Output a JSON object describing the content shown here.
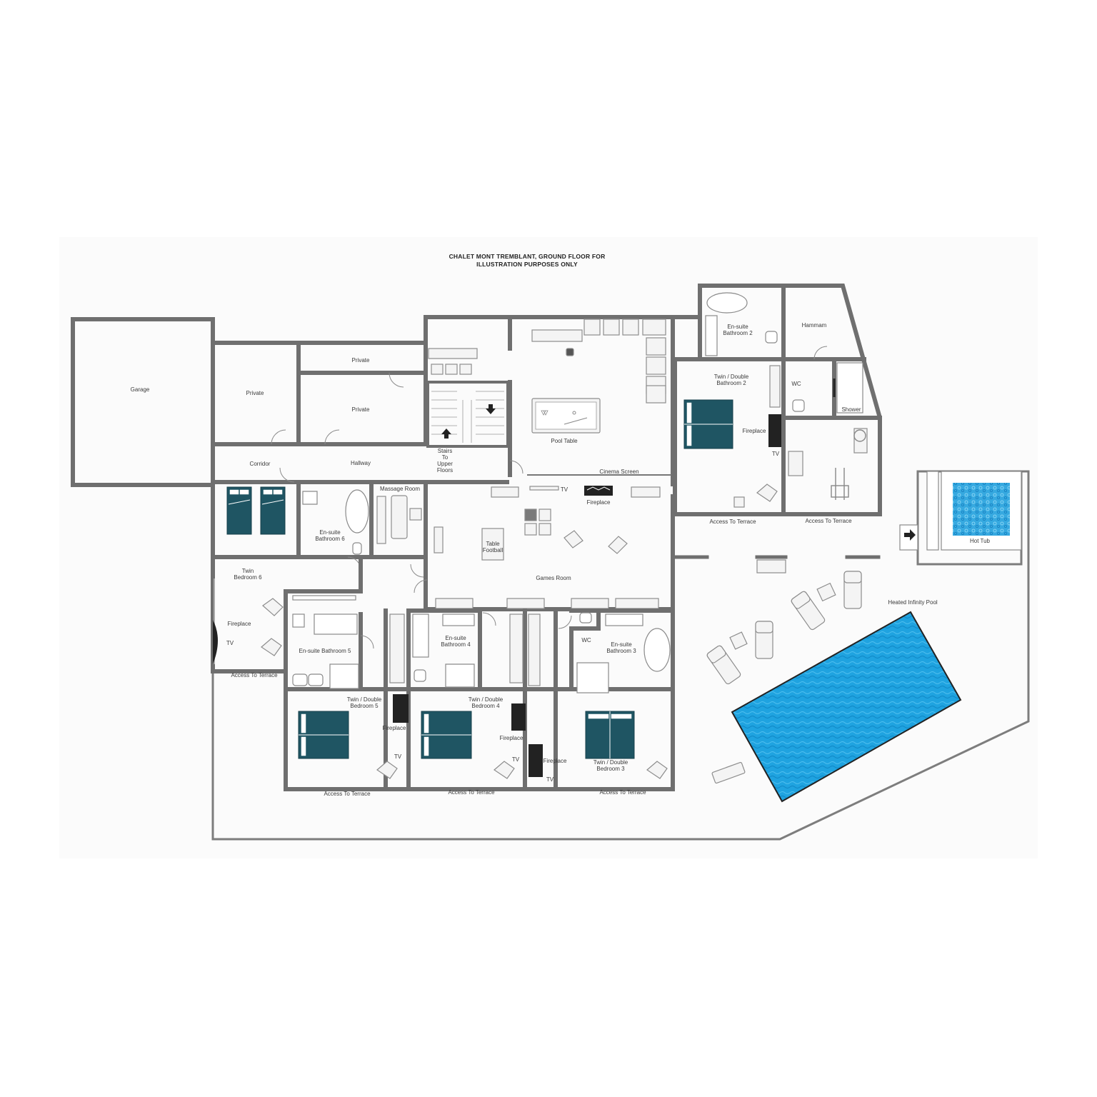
{
  "title": {
    "line1": "CHALET MONT TREMBLANT,  GROUND FLOOR FOR",
    "line2": "ILLUSTRATION PURPOSES ONLY"
  },
  "colors": {
    "wall": "#6f6f6f",
    "bed": "#1f5563",
    "pool": "#1fa3e0",
    "hot_tub": "#36a9e0"
  },
  "labels": {
    "garage": "Garage",
    "private_a": "Private",
    "private_b": "Private",
    "private_c": "Private",
    "corridor": "Corridor",
    "hallway": "Hallway",
    "stairs_1": "Stairs",
    "stairs_2": "To",
    "stairs_3": "Upper",
    "stairs_4": "Floors",
    "pool_table": "Pool Table",
    "cinema_screen": "Cinema Screen",
    "tv_games": "TV",
    "fireplace_games": "Fireplace",
    "massage_room": "Massage Room",
    "ensuite6_1": "En-suite",
    "ensuite6_2": "Bathroom 6",
    "table_football_1": "Table",
    "table_football_2": "Football",
    "games_room": "Games Room",
    "twin6_1": "Twin",
    "twin6_2": "Bedroom 6",
    "fireplace_b6": "Fireplace",
    "tv_b6": "TV",
    "access_b6": "Access To Terrace",
    "ensuite5": "En-suite Bathroom 5",
    "ensuite4_1": "En-suite",
    "ensuite4_2": "Bathroom 4",
    "wc_b3": "WC",
    "ensuite3_1": "En-suite",
    "ensuite3_2": "Bathroom 3",
    "bed5_1": "Twin / Double",
    "bed5_2": "Bedroom 5",
    "fireplace_b5": "Fireplace",
    "tv_b5": "TV",
    "access_b5": "Access To Terrace",
    "bed4_1": "Twin / Double",
    "bed4_2": "Bedroom 4",
    "fireplace_b4": "Fireplace",
    "tv_b4": "TV",
    "access_b4": "Access To Terrace",
    "fireplace_b3": "Fireplace",
    "tv_b3": "TV",
    "bed3_1": "Twin / Double",
    "bed3_2": "Bedroom 3",
    "access_b3": "Access To Terrace",
    "ensuite2_1": "En-suite",
    "ensuite2_2": "Bathroom 2",
    "hammam": "Hammam",
    "bed2_1": "Twin / Double",
    "bed2_2": "Bathroom 2",
    "wc_top": "WC",
    "shower": "Shower",
    "fireplace_b2": "Fireplace",
    "tv_b2": "TV",
    "access_b2": "Access To Terrace",
    "access_gym": "Access To Terrace",
    "hot_tub": "Hot Tub",
    "heated_pool": "Heated Infinity Pool"
  }
}
